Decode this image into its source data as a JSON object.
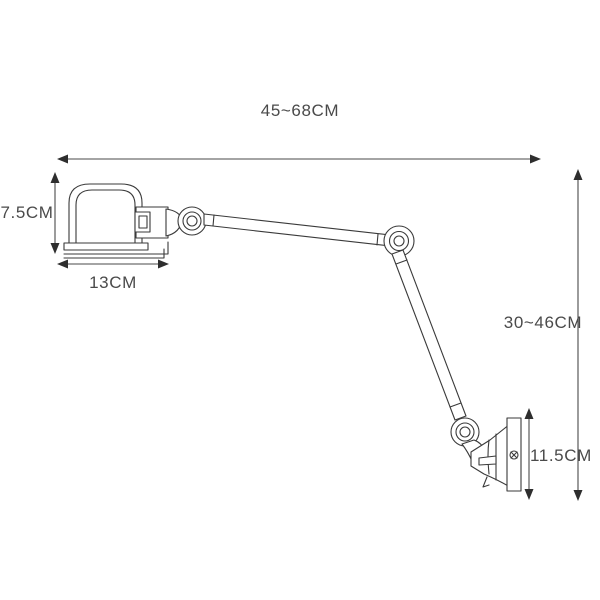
{
  "drawing": {
    "title": "Adjustable wall lamp dimension drawing",
    "background_color": "#ffffff",
    "line_color": "#3a3a3a",
    "dimension_color": "#4a4a4a",
    "text_color": "#4a4a4a"
  },
  "dimensions": {
    "reach": {
      "label": "45~68CM",
      "orientation": "horizontal",
      "position": "top"
    },
    "shade_height": {
      "label": "7.5CM",
      "orientation": "vertical",
      "position": "left"
    },
    "shade_width": {
      "label": "13CM",
      "orientation": "horizontal",
      "position": "below-shade"
    },
    "drop_height": {
      "label": "30~46CM",
      "orientation": "vertical",
      "position": "right"
    },
    "plate_height": {
      "label": "11.5CM",
      "orientation": "vertical",
      "position": "lower-right"
    }
  },
  "parts": {
    "shade": "lamp-dome-shade",
    "shade_rim": "shade-rim",
    "switch_box": "switch-box",
    "neck": "lamp-neck",
    "joint_head": "head-ball-joint",
    "upper_arm": "upper-arm-tube",
    "joint_elbow": "elbow-ball-joint",
    "lower_arm": "lower-arm-tube",
    "joint_wall": "wall-ball-joint",
    "wall_bracket": "wall-bracket-cone",
    "wall_plate": "wall-mounting-plate",
    "plate_screw": "mounting-screw",
    "cord": "power-cord"
  }
}
